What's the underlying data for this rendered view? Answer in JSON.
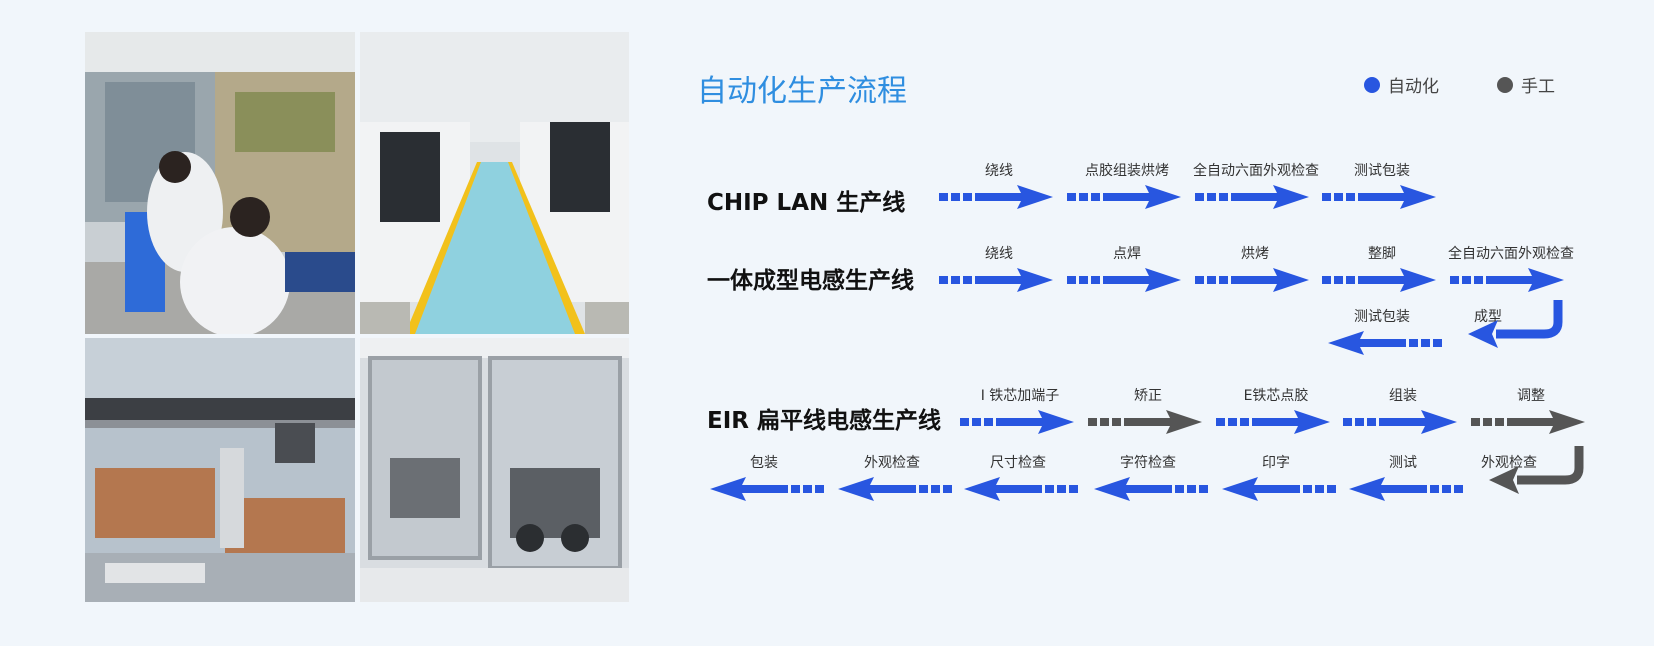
{
  "title": "自动化生产流程",
  "legend": [
    {
      "label": "自动化",
      "color": "#2856e0"
    },
    {
      "label": "手工",
      "color": "#555555"
    }
  ],
  "colors": {
    "auto": "#2856e0",
    "manual": "#555555",
    "title": "#2f8ee0"
  },
  "lines": [
    {
      "name": "CHIP LAN 生产线",
      "steps": [
        {
          "label": "绕线",
          "type": "auto",
          "dir": "right"
        },
        {
          "label": "点胶组装烘烤",
          "type": "auto",
          "dir": "right"
        },
        {
          "label": "全自动六面外观检查",
          "type": "auto",
          "dir": "right"
        },
        {
          "label": "测试包装",
          "type": "auto",
          "dir": "right"
        }
      ]
    },
    {
      "name": "一体成型电感生产线",
      "steps": [
        {
          "label": "绕线",
          "type": "auto",
          "dir": "right"
        },
        {
          "label": "点焊",
          "type": "auto",
          "dir": "right"
        },
        {
          "label": "烘烤",
          "type": "auto",
          "dir": "right"
        },
        {
          "label": "整脚",
          "type": "auto",
          "dir": "right"
        },
        {
          "label": "全自动六面外观检查",
          "type": "auto",
          "dir": "right"
        },
        {
          "label": "成型",
          "type": "auto",
          "dir": "uturn"
        },
        {
          "label": "测试包装",
          "type": "auto",
          "dir": "left"
        }
      ]
    },
    {
      "name": "EIR 扁平线电感生产线",
      "steps": [
        {
          "label": "I 铁芯加端子",
          "type": "auto",
          "dir": "right"
        },
        {
          "label": "矫正",
          "type": "manual",
          "dir": "right"
        },
        {
          "label": "E铁芯点胶",
          "type": "auto",
          "dir": "right"
        },
        {
          "label": "组装",
          "type": "auto",
          "dir": "right"
        },
        {
          "label": "调整",
          "type": "manual",
          "dir": "right"
        },
        {
          "label": "外观检查",
          "type": "manual",
          "dir": "uturn"
        },
        {
          "label": "测试",
          "type": "auto",
          "dir": "left"
        },
        {
          "label": "印字",
          "type": "auto",
          "dir": "left"
        },
        {
          "label": "字符检查",
          "type": "auto",
          "dir": "left"
        },
        {
          "label": "尺寸检查",
          "type": "auto",
          "dir": "left"
        },
        {
          "label": "外观检查",
          "type": "auto",
          "dir": "left"
        },
        {
          "label": "包装",
          "type": "auto",
          "dir": "left"
        }
      ]
    }
  ]
}
